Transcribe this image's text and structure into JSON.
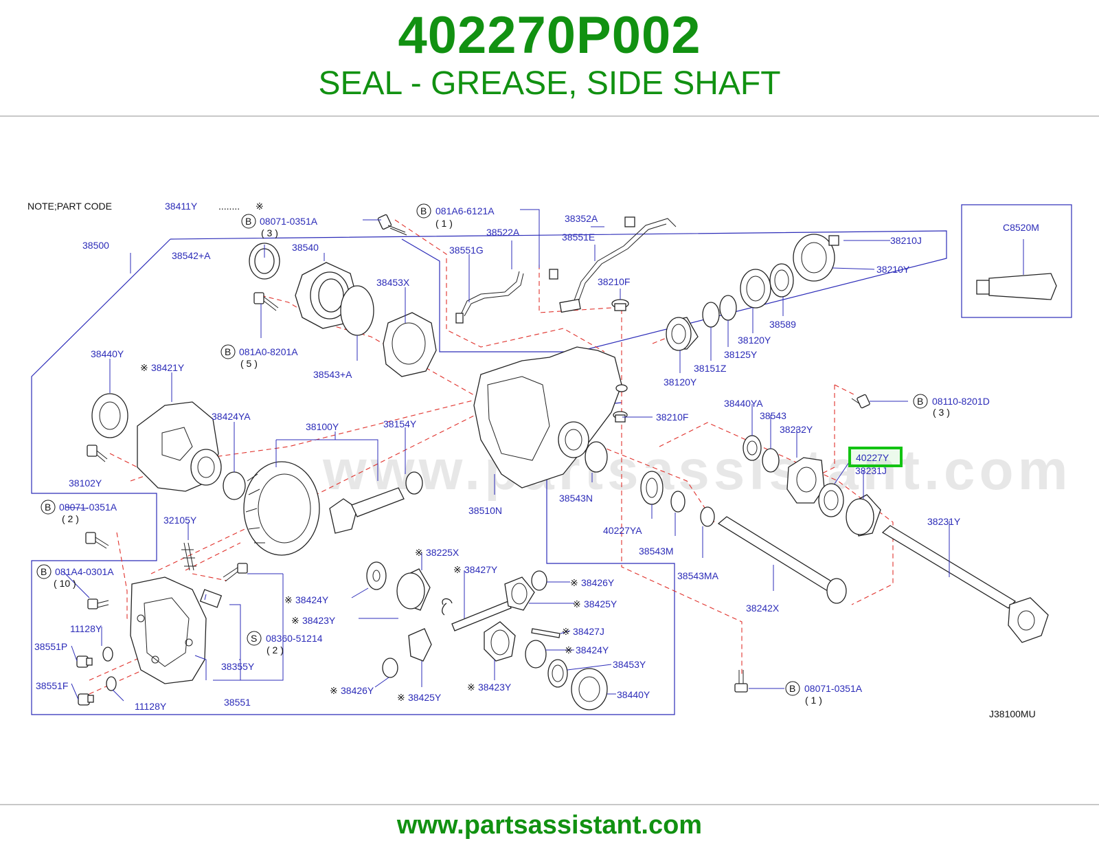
{
  "header": {
    "part_number": "402270P002",
    "description": "SEAL - GREASE, SIDE SHAFT"
  },
  "diagram": {
    "note": "NOTE;PART   CODE",
    "note_code": "38411Y",
    "note_dots": "........",
    "note_mark": "※",
    "diagram_code": "J38100MU",
    "watermark": "www.partsassistant.com",
    "highlighted_part": "40227Y",
    "callouts": {
      "c38500": "38500",
      "c38542A": "38542+A",
      "c38540": "38540",
      "c38453X": "38453X",
      "c38543A": "38543+A",
      "c38551G": "38551G",
      "c38522A": "38522A",
      "c38352A": "38352A",
      "c38551E": "38551E",
      "c38210F_a": "38210F",
      "c38210F_b": "38210F",
      "c38210J": "38210J",
      "c38210Y": "38210Y",
      "c38589": "38589",
      "c38120Y_a": "38120Y",
      "c38120Y_b": "38120Y",
      "c38125Y": "38125Y",
      "c38151Z": "38151Z",
      "cC8520M": "C8520M",
      "c38440Y_a": "38440Y",
      "c38421Y": "38421Y",
      "c38424YA": "38424YA",
      "c38100Y": "38100Y",
      "c38154Y": "38154Y",
      "c38102Y": "38102Y",
      "c38510N": "38510N",
      "c38543N": "38543N",
      "c40227YA": "40227YA",
      "c38543M": "38543M",
      "c38543MA": "38543MA",
      "c38440YA": "38440YA",
      "c38543": "38543",
      "c38232Y": "38232Y",
      "c40227Y": "40227Y",
      "c38231J": "38231J",
      "c38231Y": "38231Y",
      "c38242X": "38242X",
      "c32105Y": "32105Y",
      "c11128Y_a": "11128Y",
      "c11128Y_b": "11128Y",
      "c38551P": "38551P",
      "c38551F": "38551F",
      "c38355Y": "38355Y",
      "c38551": "38551",
      "c38424Y_a": "38424Y",
      "c38423Y_a": "38423Y",
      "c38225X": "38225X",
      "c38427Y": "38427Y",
      "c38426Y_a": "38426Y",
      "c38425Y_a": "38425Y",
      "c38427J": "38427J",
      "c38424Y_b": "38424Y",
      "c38453Y": "38453Y",
      "c38440Y_b": "38440Y",
      "c38426Y_b": "38426Y",
      "c38425Y_b": "38425Y",
      "c38423Y_b": "38423Y"
    },
    "bolts": {
      "b1_code": "08071-0351A",
      "b1_qty": "( 3 )",
      "b2_code": "081A6-6121A",
      "b2_qty": "( 1 )",
      "b3_code": "081A0-8201A",
      "b3_qty": "( 5 )",
      "b4_code": "08110-8201D",
      "b4_qty": "( 3 )",
      "b5_code": "08071-0351A",
      "b5_qty": "( 2 )",
      "b6_code": "081A4-0301A",
      "b6_qty": "( 10 )",
      "b7_code": "08360-51214",
      "b7_qty": "( 2 )",
      "b8_code": "08071-0351A",
      "b8_qty": "( 1 )",
      "letter_b": "B",
      "letter_s": "S"
    },
    "highlight_color": "#12c312"
  },
  "footer": {
    "url": "www.partsassistant.com"
  }
}
